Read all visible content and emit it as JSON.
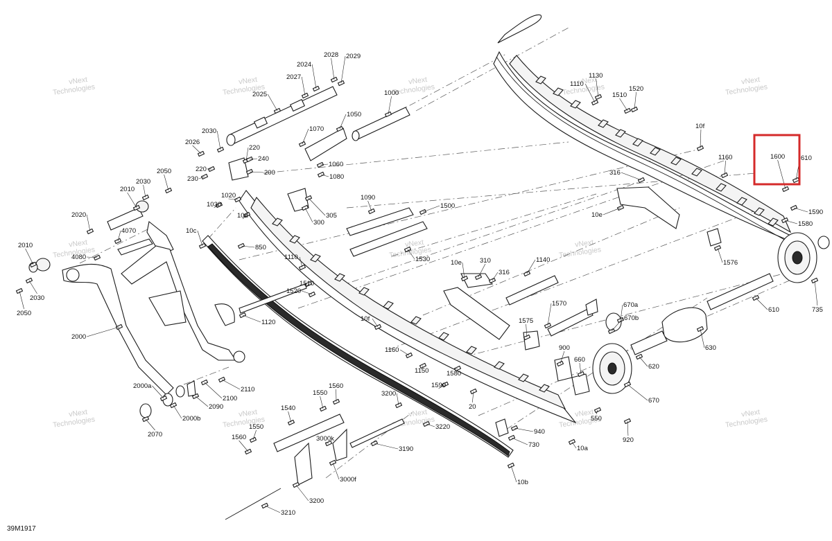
{
  "diagram": {
    "drawing_code": "39M1917",
    "watermark_text": [
      "vNext",
      "Technologies"
    ],
    "highlight_color": "#d42a2a",
    "highlighted_part": "1600",
    "callouts": [
      "2028",
      "2029",
      "2024",
      "2027",
      "2025",
      "1000",
      "1110",
      "1130",
      "1510",
      "1520",
      "10f",
      "1050",
      "1070",
      "2030",
      "2026",
      "220",
      "240",
      "1060",
      "200",
      "1080",
      "2050",
      "220",
      "230",
      "2030",
      "2010",
      "1020",
      "1030",
      "10d",
      "300",
      "305",
      "1090",
      "1500",
      "1160",
      "1600",
      "610",
      "316",
      "10e",
      "1590",
      "1580",
      "2020",
      "4070",
      "10c",
      "850",
      "2010",
      "4080",
      "1110",
      "1530",
      "1576",
      "1510",
      "1520",
      "10e",
      "310",
      "316",
      "1140",
      "735",
      "2030",
      "2050",
      "1120",
      "10f",
      "1570",
      "670a",
      "610",
      "670b",
      "1575",
      "2000",
      "1160",
      "1150",
      "900",
      "660",
      "1580",
      "630",
      "1590",
      "620",
      "20",
      "670",
      "2000a",
      "2110",
      "2100",
      "2090",
      "1560",
      "1550",
      "3200",
      "1540",
      "3220",
      "940",
      "550",
      "920",
      "2000b",
      "2070",
      "1560",
      "1550",
      "3000k",
      "730",
      "10a",
      "3190",
      "3000f",
      "10b",
      "3200",
      "3210"
    ]
  }
}
